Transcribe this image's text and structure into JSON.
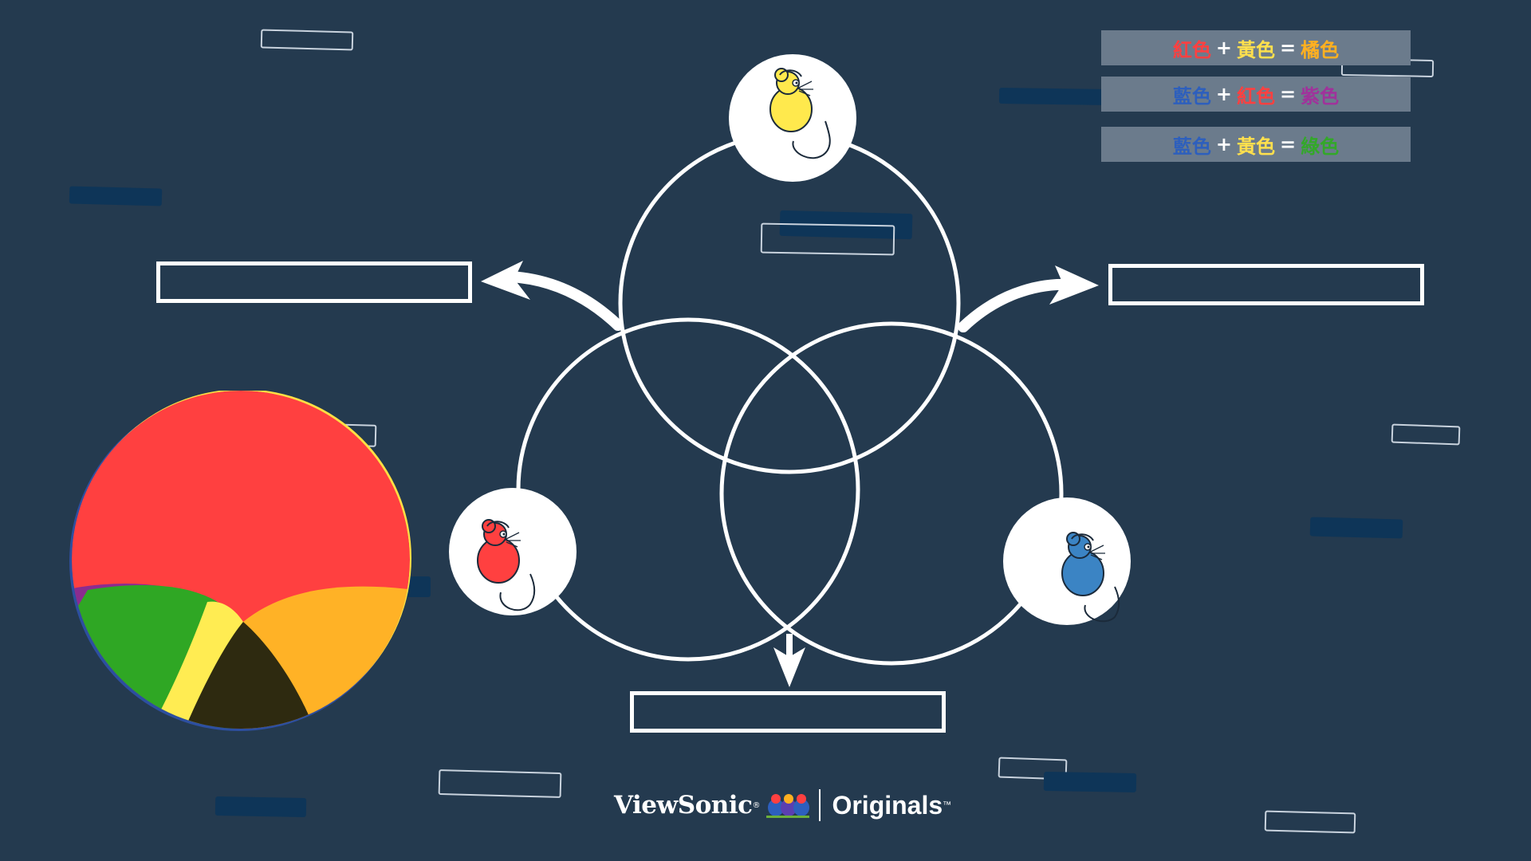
{
  "equations": [
    {
      "left": {
        "text": "紅色",
        "color": "#ff4040"
      },
      "plus": "+",
      "right": {
        "text": "黃色",
        "color": "#ffe04d"
      },
      "equals": "=",
      "result": {
        "text": "橘色",
        "color": "#ffb020"
      }
    },
    {
      "left": {
        "text": "藍色",
        "color": "#2d5fbd"
      },
      "plus": "+",
      "right": {
        "text": "紅色",
        "color": "#ff4040"
      },
      "equals": "=",
      "result": {
        "text": "紫色",
        "color": "#a0329b"
      }
    },
    {
      "left": {
        "text": "藍色",
        "color": "#2d5fbd"
      },
      "plus": "+",
      "right": {
        "text": "黃色",
        "color": "#ffe04d"
      },
      "equals": "=",
      "result": {
        "text": "綠色",
        "color": "#33a829"
      }
    }
  ],
  "mice": [
    {
      "name": "yellow-mouse",
      "color": "#ffe94d"
    },
    {
      "name": "red-mouse",
      "color": "#ff4040"
    },
    {
      "name": "blue-mouse",
      "color": "#3b84c4"
    }
  ],
  "answer_boxes": {
    "left": "",
    "right": "",
    "bottom": ""
  },
  "color_wheel": {
    "colors": {
      "red": "#ff4040",
      "orange": "#ffb226",
      "yellow": "#ffec52",
      "green": "#2fa724",
      "purple": "#8b2c8f",
      "blue": "#2d4fa0",
      "dark": "#2e2a10"
    }
  },
  "footer": {
    "brand": "ViewSonic",
    "brand_mark": "®",
    "sub_brand": "Originals",
    "trademark": "™"
  },
  "theme": {
    "background": "#243a4f",
    "line": "#ffffff"
  }
}
